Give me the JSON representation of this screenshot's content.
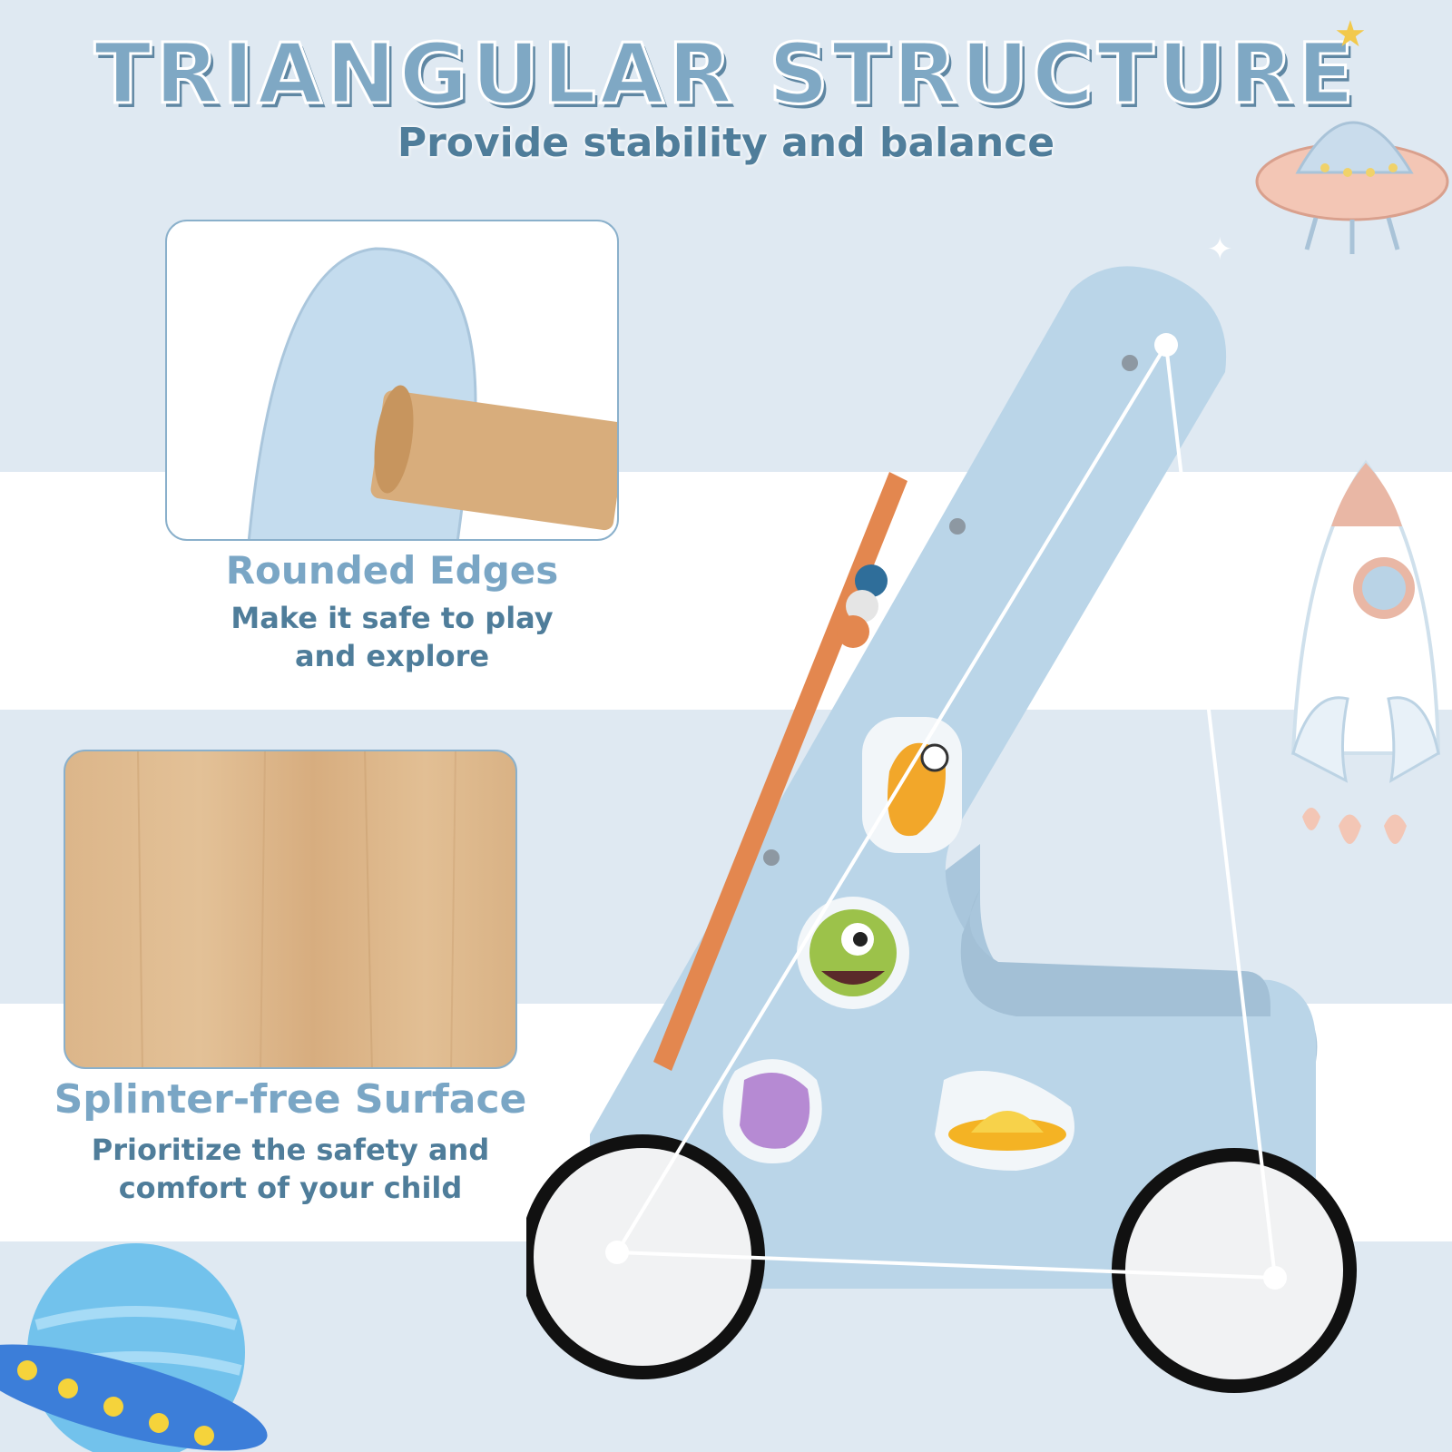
{
  "header": {
    "title": "TRIANGULAR STRUCTURE",
    "subtitle": "Provide stability and balance"
  },
  "features": [
    {
      "title": "Rounded Edges",
      "description_line1": "Make it safe to play",
      "description_line2": "and explore"
    },
    {
      "title": "Splinter-free Surface",
      "description_line1": "Prioritize the safety and",
      "description_line2": "comfort of your child"
    }
  ],
  "colors": {
    "background": "#dfe9f2",
    "band": "#ffffff",
    "title": "#7fa8c4",
    "text": "#4f7d9a",
    "walker_blue": "#b9d3e6",
    "wood": "#dcb68a"
  },
  "icons": [
    "ufo-icon",
    "rocket-icon",
    "planet-icon",
    "star-icon",
    "alien-sticker-icon"
  ]
}
